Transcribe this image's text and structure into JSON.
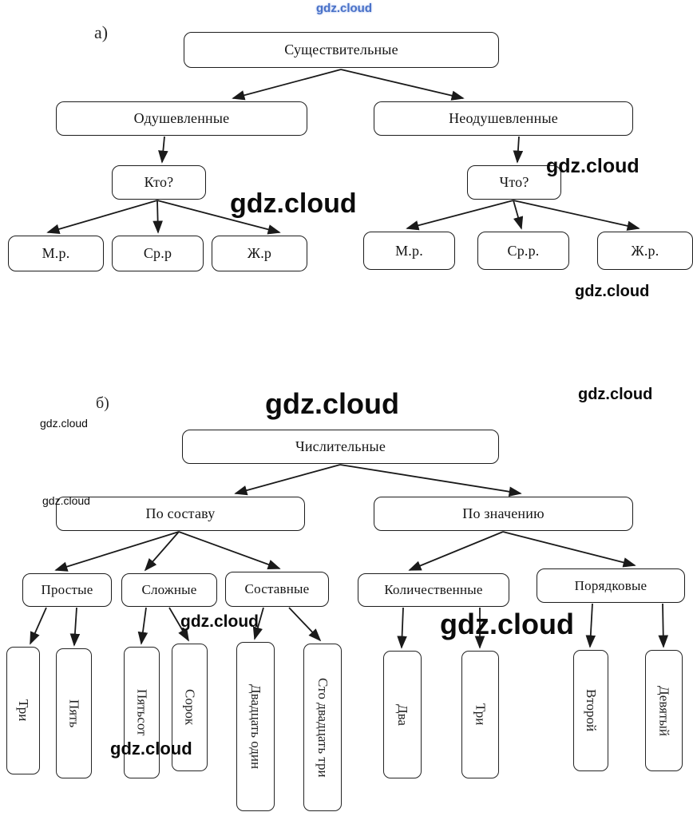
{
  "watermark": {
    "text": "gdz.cloud",
    "brand_color": "#4a72c8"
  },
  "sections": {
    "a_label": "а)",
    "b_label": "б)"
  },
  "diagram_a": {
    "root": "Существительные",
    "branches": {
      "animate": "Одушевленные",
      "inanimate": "Неодушевленные"
    },
    "questions": {
      "who": "Кто?",
      "what": "Что?"
    },
    "animate_genders": [
      "М.р.",
      "Ср.р",
      "Ж.р"
    ],
    "inanimate_genders": [
      "М.р.",
      "Ср.р.",
      "Ж.р."
    ]
  },
  "diagram_b": {
    "root": "Числительные",
    "branches": {
      "composition": "По составу",
      "meaning": "По значению"
    },
    "composition_types": [
      "Простые",
      "Сложные",
      "Составные"
    ],
    "meaning_types": [
      "Количественные",
      "Порядковые"
    ],
    "examples": {
      "simple": [
        "Три",
        "Пять"
      ],
      "complex": [
        "Пятьсот",
        "Сорок"
      ],
      "compound": [
        "Двадцать один",
        "Сто двадцать три"
      ],
      "cardinal": [
        "Два",
        "Три"
      ],
      "ordinal": [
        "Второй",
        "Девятый"
      ]
    }
  }
}
